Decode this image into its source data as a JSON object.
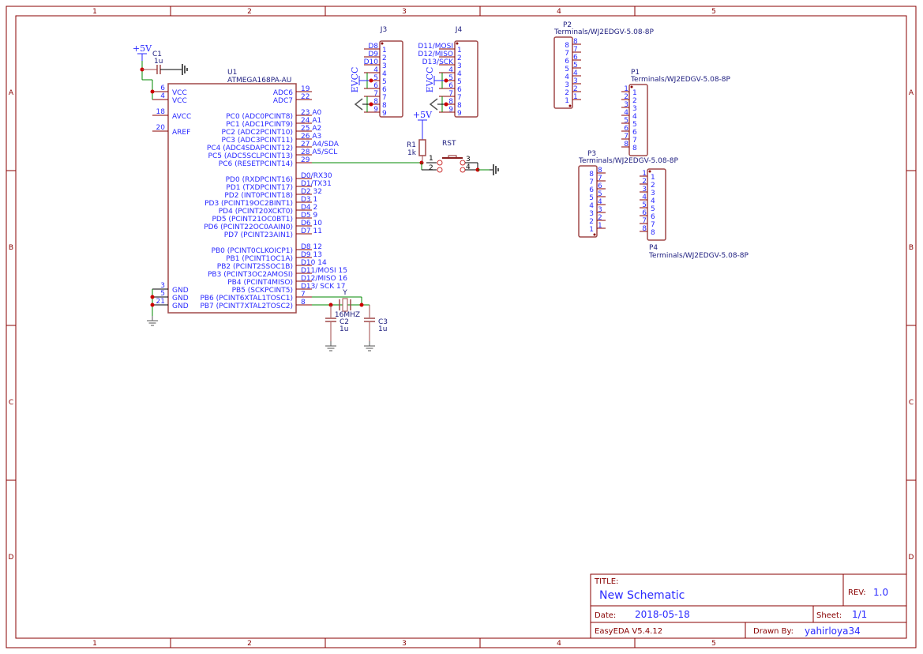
{
  "sheet": {
    "columns": [
      "1",
      "2",
      "3",
      "4",
      "5"
    ],
    "rows": [
      "A",
      "B",
      "C",
      "D"
    ]
  },
  "colors": {
    "frame": "#880000",
    "wire": "#008800",
    "pin": "#880000",
    "text": "#2a2aff",
    "junction": "#cc0000",
    "power_pin": "#ff2020"
  },
  "power": {
    "vcc1": "+5V",
    "vcc2": "+5V",
    "evcc_j3": "EVCC",
    "evcc_j4": "EVCC"
  },
  "u1": {
    "ref": "U1",
    "part": "ATMEGA168PA-AU",
    "left_pins": [
      {
        "num": "6",
        "name": "VCC",
        "color": "#ff2020"
      },
      {
        "num": "4",
        "name": "VCC",
        "color": "#ff2020"
      },
      {
        "num": "18",
        "name": "AVCC",
        "color": "#ff2020"
      },
      {
        "num": "20",
        "name": "AREF",
        "color": "#2a2aff"
      },
      {
        "num": "3",
        "name": "GND",
        "color": "#000000"
      },
      {
        "num": "5",
        "name": "GND",
        "color": "#000000"
      },
      {
        "num": "21",
        "name": "GND",
        "color": "#000000"
      }
    ],
    "right_pins": [
      {
        "name": "ADC6",
        "label": "19"
      },
      {
        "name": "ADC7",
        "label": "22"
      },
      {
        "name": "PC0 (ADC0PCINT8)",
        "label": "23 A0"
      },
      {
        "name": "PC1 (ADC1PCINT9)",
        "label": "24 A1"
      },
      {
        "name": "PC2 (ADC2PCINT10)",
        "label": "25 A2"
      },
      {
        "name": "PC3 (ADC3PCINT11)",
        "label": "26 A3"
      },
      {
        "name": "PC4 (ADC4SDAPCINT12)",
        "label": "27 A4/SDA"
      },
      {
        "name": "PC5 (ADC5SCLPCINT13)",
        "label": "28 A5/SCL"
      },
      {
        "name": "PC6 (RESETPCINT14)",
        "label": "29"
      },
      {
        "name": "PD0 (RXDPCINT16)",
        "label": "D0/RX30"
      },
      {
        "name": "PD1 (TXDPCINT17)",
        "label": "D1/TX31"
      },
      {
        "name": "PD2 (INT0PCINT18)",
        "label": "D2 32"
      },
      {
        "name": "PD3 (PCINT19OC2BINT1)",
        "label": "D3 1"
      },
      {
        "name": "PD4 (PCINT20XCKT0)",
        "label": "D4 2"
      },
      {
        "name": "PD5 (PCINT21OC0BT1)",
        "label": "D5 9"
      },
      {
        "name": "PD6 (PCINT22OC0AAIN0)",
        "label": "D6 10"
      },
      {
        "name": "PD7 (PCINT23AIN1)",
        "label": "D7 11"
      },
      {
        "name": "PB0 (PCINT0CLKOICP1)",
        "label": "D8 12"
      },
      {
        "name": "PB1 (PCINT1OC1A)",
        "label": "D9 13"
      },
      {
        "name": "PB2 (PCINT2SSOC1B)",
        "label": "D10 14"
      },
      {
        "name": "PB3 (PCINT3OC2AMOSI)",
        "label": "D11/MOSI 15"
      },
      {
        "name": "PB4 (PCINT4MISO)",
        "label": "D12/MISO 16"
      },
      {
        "name": "PB5 (SCKPCINT5)",
        "label": "D13/ SCK 17"
      },
      {
        "name": "PB6 (PCINT6XTAL1TOSC1)",
        "label": "7"
      },
      {
        "name": "PB7 (PCINT7XTAL2TOSC2)",
        "label": "8"
      }
    ]
  },
  "c1": {
    "ref": "C1",
    "value": "1u"
  },
  "c2": {
    "ref": "C2",
    "value": "1u"
  },
  "c3": {
    "ref": "C3",
    "value": "1u"
  },
  "r1": {
    "ref": "R1",
    "value": "1k"
  },
  "y1": {
    "ref": "Y",
    "value": "16MHZ"
  },
  "rst": {
    "ref": "RST",
    "pins": [
      "1",
      "2",
      "3",
      "4"
    ]
  },
  "j3": {
    "ref": "J3",
    "outer": [
      "D8",
      "D9",
      "D10",
      "4",
      "5",
      "6",
      "7",
      "8",
      "9"
    ],
    "inner": [
      "1",
      "2",
      "3",
      "4",
      "5",
      "6",
      "7",
      "8",
      "9"
    ]
  },
  "j4": {
    "ref": "J4",
    "outer": [
      "D11/MOSI",
      "D12/MISO",
      "D13/SCK",
      "4",
      "5",
      "6",
      "7",
      "8",
      "9"
    ],
    "inner": [
      "1",
      "2",
      "3",
      "4",
      "5",
      "6",
      "7",
      "8",
      "9"
    ]
  },
  "p1": {
    "ref": "P1",
    "part": "Terminals/WJ2EDGV-5.08-8P",
    "outer": [
      "1",
      "2",
      "3",
      "4",
      "5",
      "6",
      "7",
      "8"
    ],
    "inner": [
      "1",
      "2",
      "3",
      "4",
      "5",
      "6",
      "7",
      "8"
    ]
  },
  "p2": {
    "ref": "P2",
    "part": "Terminals/WJ2EDGV-5.08-8P",
    "outer": [
      "8",
      "7",
      "6",
      "5",
      "4",
      "3",
      "2",
      "1"
    ],
    "inner": [
      "8",
      "7",
      "6",
      "5",
      "4",
      "3",
      "2",
      "1"
    ]
  },
  "p3": {
    "ref": "P3",
    "part": "Terminals/WJ2EDGV-5.08-8P",
    "outer": [
      "8",
      "7",
      "6",
      "5",
      "4",
      "3",
      "2",
      "1"
    ],
    "inner": [
      "8",
      "7",
      "6",
      "5",
      "4",
      "3",
      "2",
      "1"
    ]
  },
  "p4": {
    "ref": "P4",
    "part": "Terminals/WJ2EDGV-5.08-8P",
    "outer": [
      "1",
      "2",
      "3",
      "4",
      "5",
      "6",
      "7",
      "8"
    ],
    "inner": [
      "1",
      "2",
      "3",
      "4",
      "5",
      "6",
      "7",
      "8"
    ]
  },
  "title_block": {
    "title_label": "TITLE:",
    "title": "New Schematic",
    "rev_label": "REV:",
    "rev": "1.0",
    "date_label": "Date:",
    "date": "2018-05-18",
    "sheet_label": "Sheet:",
    "sheet": "1/1",
    "software": "EasyEDA V5.4.12",
    "drawn_by_label": "Drawn By:",
    "drawn_by": "yahirloya34"
  }
}
